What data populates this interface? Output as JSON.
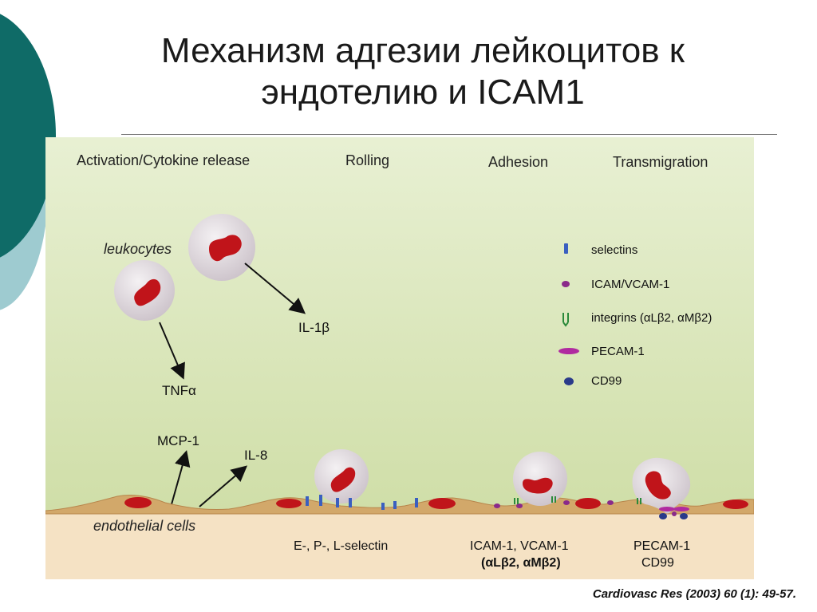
{
  "slide": {
    "title_line1": "Механизм адгезии лейкоцитов к",
    "title_line2": "эндотелию и ICAM1",
    "citation": "Cardiovasc Res (2003) 60 (1): 49-57."
  },
  "figure": {
    "stages": [
      "Activation/Cytokine release",
      "Rolling",
      "Adhesion",
      "Transmigration"
    ],
    "leukocytes_label": "leukocytes",
    "cytokines": {
      "il1b": "IL-1β",
      "tnfa": "TNFα",
      "mcp1": "MCP-1",
      "il8": "IL-8"
    },
    "endothelial_label": "endothelial cells",
    "legend": [
      {
        "label": "selectins",
        "color": "#3a5fc0",
        "icon": "selectin-bar-icon"
      },
      {
        "label": "ICAM/VCAM-1",
        "color": "#8a2a8a",
        "icon": "icam-dot-icon"
      },
      {
        "label": "integrins (αLβ2, αMβ2)",
        "color": "#2a8a3a",
        "icon": "integrin-fork-icon"
      },
      {
        "label": "PECAM-1",
        "color": "#b02aa0",
        "icon": "pecam-ellipse-icon"
      },
      {
        "label": "CD99",
        "color": "#2a3a8a",
        "icon": "cd99-dot-icon"
      }
    ],
    "bottom_labels": {
      "rolling": "E-, P-, L-selectin",
      "adhesion_line1": "ICAM-1, VCAM-1",
      "adhesion_line2": "(αLβ2, αMβ2)",
      "transmigration_line1": "PECAM-1",
      "transmigration_line2": "CD99"
    },
    "colors": {
      "background_top": "#e6efd0",
      "background_bottom": "#cddca4",
      "tissue": "#f5e2c4",
      "nucleus": "#c0141a",
      "cell": "#ddd6dc",
      "accent_dark": "#0f6b67",
      "accent_light": "#8fc3c8"
    }
  }
}
